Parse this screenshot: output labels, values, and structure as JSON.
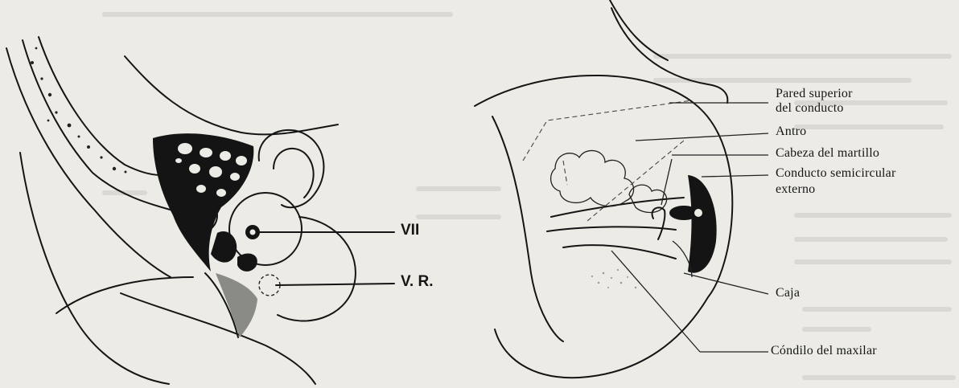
{
  "left_figure": {
    "labels": [
      {
        "id": "vii",
        "text": "VII"
      },
      {
        "id": "vr",
        "text": "V. R."
      }
    ]
  },
  "right_figure": {
    "labels": [
      {
        "id": "pared",
        "text": "Pared superior"
      },
      {
        "id": "pared2",
        "text": "del conducto"
      },
      {
        "id": "antro",
        "text": "Antro"
      },
      {
        "id": "cabeza",
        "text": "Cabeza del martillo"
      },
      {
        "id": "conducto",
        "text": "Conducto semicircular"
      },
      {
        "id": "externo",
        "text": "externo"
      },
      {
        "id": "caja",
        "text": "Caja"
      },
      {
        "id": "condilo",
        "text": "Cóndilo del maxilar"
      }
    ]
  },
  "colors": {
    "paper": "#ecebe6",
    "ink": "#151515"
  }
}
